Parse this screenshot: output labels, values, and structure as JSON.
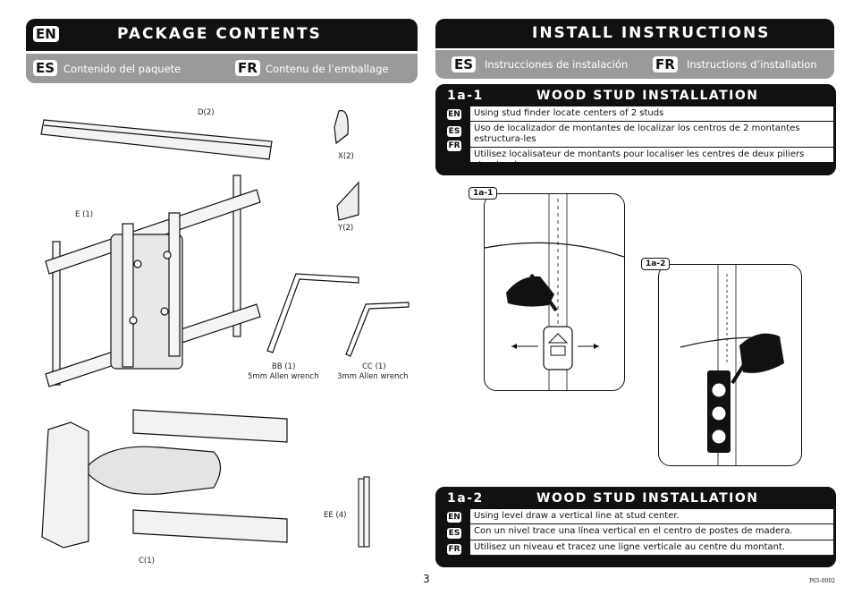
{
  "left": {
    "lang_en": "EN",
    "title": "PACKAGE CONTENTS",
    "lang_es": "ES",
    "sub_es": "Contenido del paquete",
    "lang_fr": "FR",
    "sub_fr": "Contenu de l’emballage"
  },
  "parts": {
    "d": "D(2)",
    "x": "X(2)",
    "e": "E (1)",
    "y": "Y(2)",
    "bb": "BB (1)",
    "bb_desc": "5mm Allen wrench",
    "cc": "CC (1)",
    "cc_desc": "3mm Allen wrench",
    "ee": "EE (4)",
    "c": "C(1)"
  },
  "right": {
    "lang_en": "EN",
    "title": "INSTALL INSTRUCTIONS",
    "lang_es": "ES",
    "sub_es": "Instrucciones de instalación",
    "lang_fr": "FR",
    "sub_fr": "Instructions d’installation"
  },
  "step1": {
    "num": "1a-1",
    "title": "WOOD STUD INSTALLATION",
    "en_tag": "EN",
    "en": "Using stud finder locate centers of 2 studs",
    "es_tag": "ES",
    "es": "Uso de localizador de montantes de localizar los centros de 2 montantes estructura-les",
    "fr_tag": "FR",
    "fr": "Utilisez localisateur de montants pour localiser les centres de deux piliers structurels."
  },
  "step2": {
    "num": "1a-2",
    "title": "WOOD STUD INSTALLATION",
    "en_tag": "EN",
    "en": "Using level draw a vertical line at stud center.",
    "es_tag": "ES",
    "es": "Con un nivel trace una línea vertical en el centro de postes de madera.",
    "fr_tag": "FR",
    "fr": "Utilisez un niveau et tracez une ligne verticale au centre du montant."
  },
  "figures": {
    "fig1": "1a-1",
    "fig2": "1a-2"
  },
  "footer": {
    "page": "3",
    "code": "P65-0002"
  }
}
